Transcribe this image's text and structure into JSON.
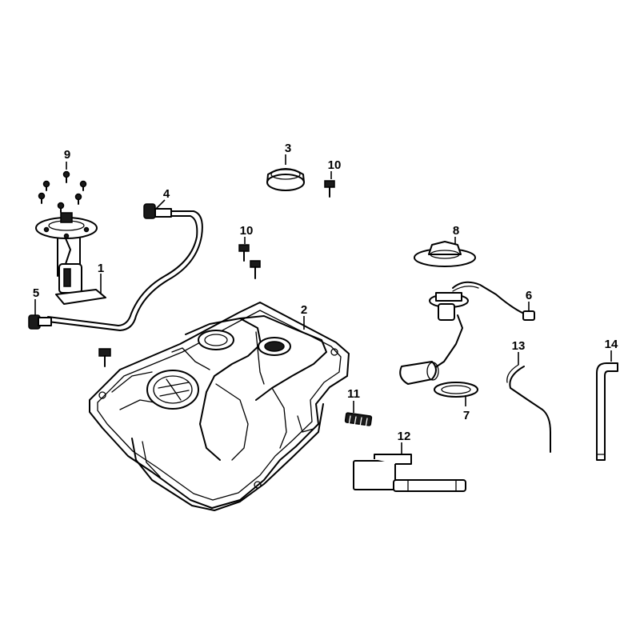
{
  "diagram": {
    "background": "#ffffff",
    "line_color": "#000000",
    "callouts": {
      "c1": "1",
      "c2": "2",
      "c3": "3",
      "c4": "4",
      "c5": "5",
      "c6": "6",
      "c7": "7",
      "c8": "8",
      "c9": "9",
      "c10a": "10",
      "c10b": "10",
      "c11": "11",
      "c12": "12",
      "c13": "13",
      "c14": "14"
    }
  }
}
